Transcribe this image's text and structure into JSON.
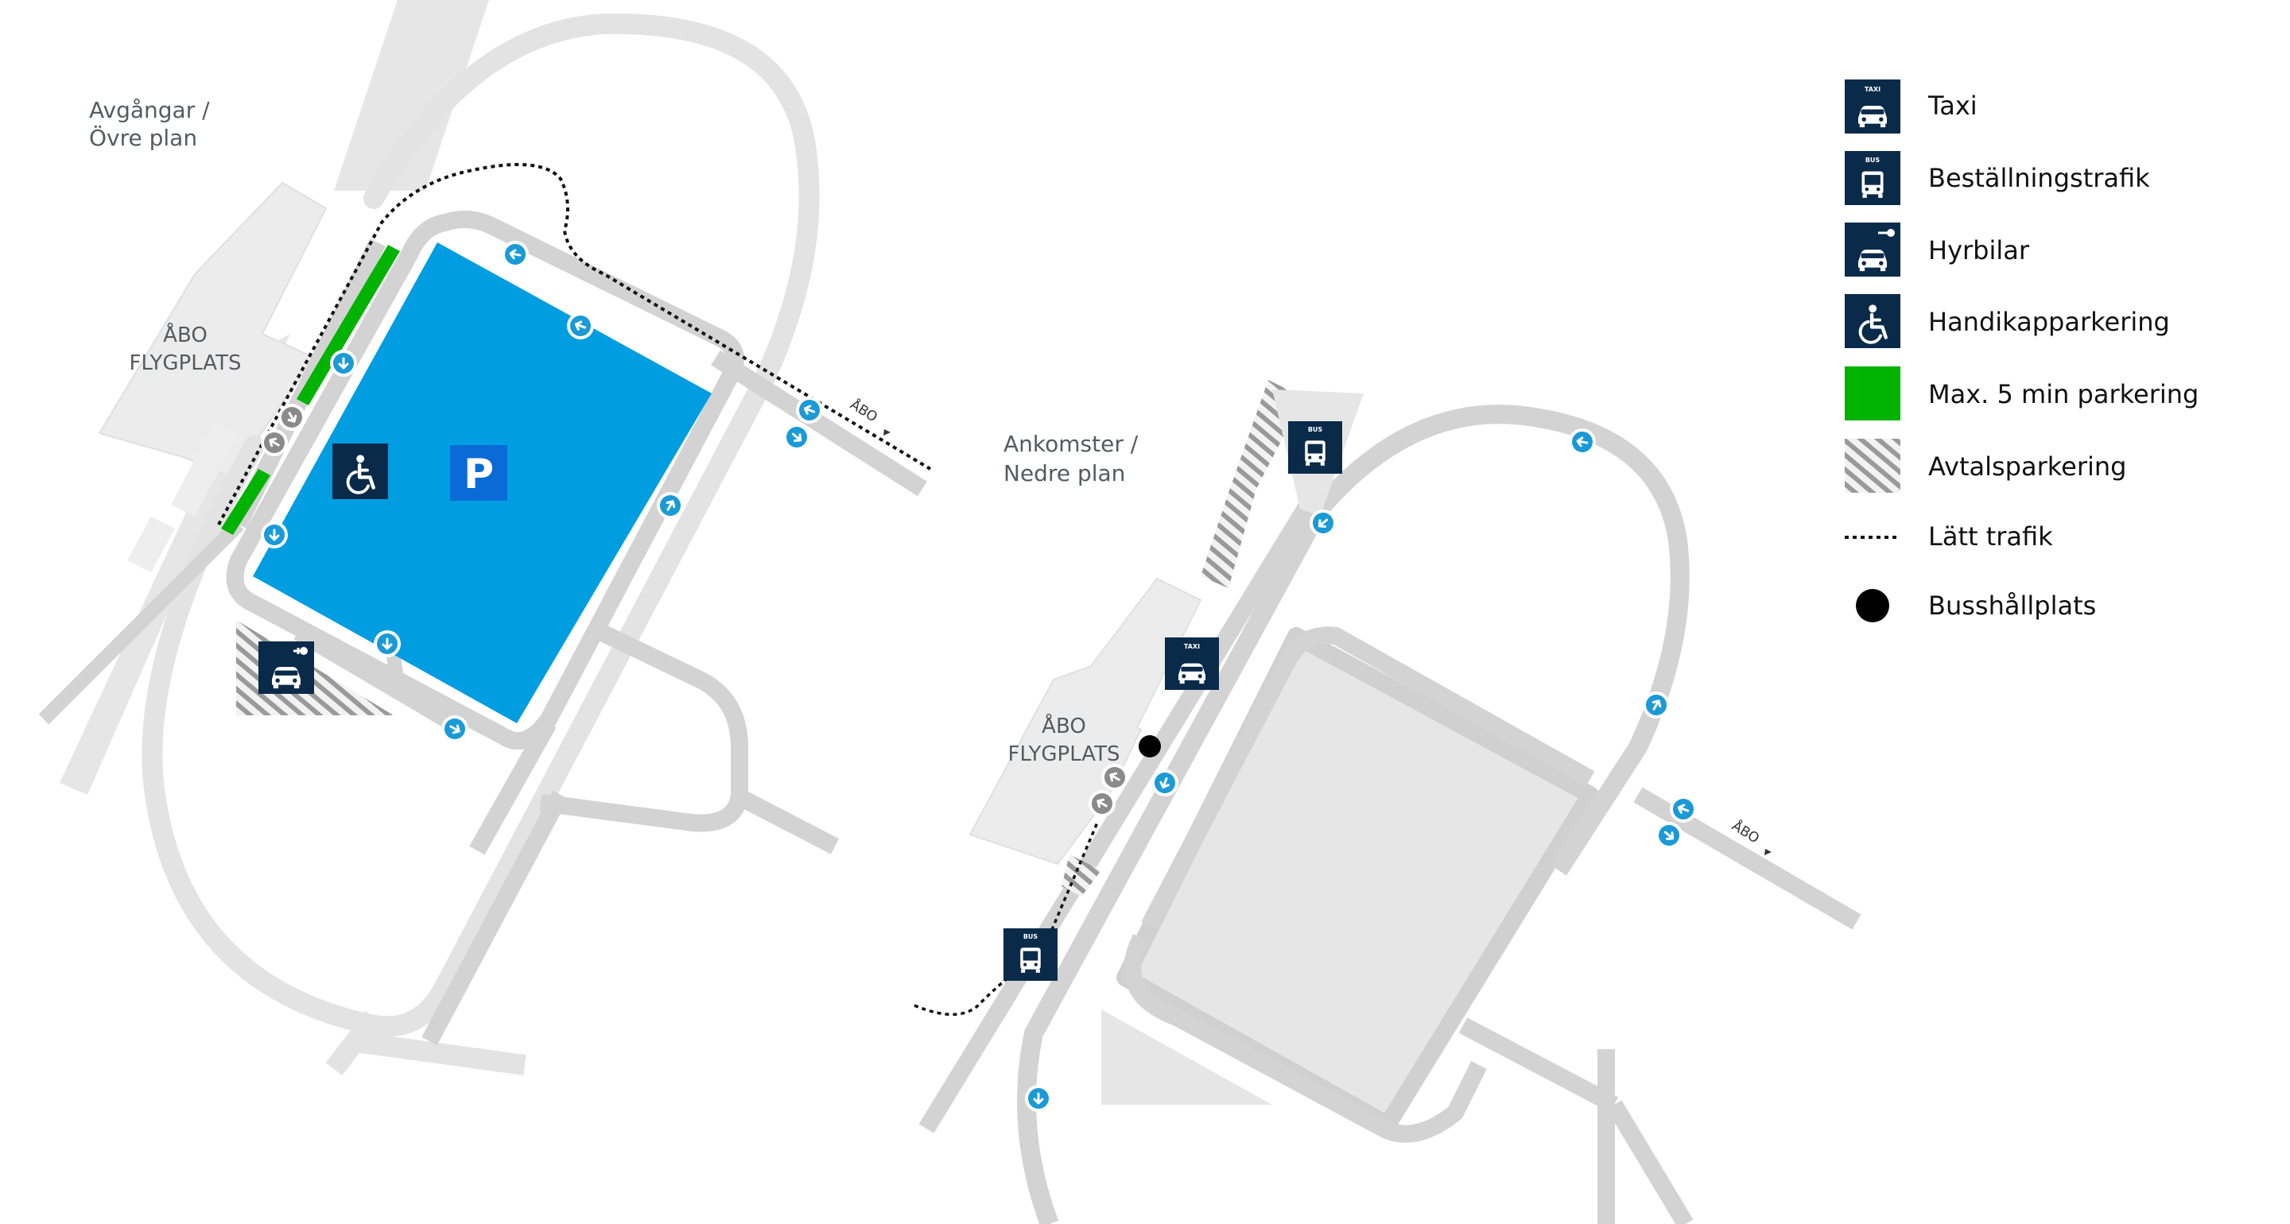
{
  "departures": {
    "level_label_line1": "Avgångar /",
    "level_label_line2": "Övre plan",
    "terminal_line1": "ÅBO",
    "terminal_line2": "FLYGPLATS",
    "road_direction": "ÅBO"
  },
  "arrivals": {
    "level_label_line1": "Ankomster /",
    "level_label_line2": "Nedre plan",
    "terminal_line1": "ÅBO",
    "terminal_line2": "FLYGPLATS",
    "road_direction": "ÅBO"
  },
  "parking_sign": "P",
  "icon_captions": {
    "taxi": "TAXI",
    "bus": "BUS"
  },
  "legend": {
    "items": [
      {
        "icon": "taxi-icon",
        "label": "Taxi"
      },
      {
        "icon": "bus-icon",
        "label": "Beställningstrafik"
      },
      {
        "icon": "car-rental-icon",
        "label": "Hyrbilar"
      },
      {
        "icon": "wheelchair-icon",
        "label": "Handikapparkering"
      },
      {
        "icon": "green-swatch",
        "label": "Max. 5 min parkering"
      },
      {
        "icon": "hatched-swatch",
        "label": "Avtalsparkering"
      },
      {
        "icon": "dotted-line",
        "label": "Lätt trafik"
      },
      {
        "icon": "bus-stop-dot",
        "label": "Busshållplats"
      }
    ]
  },
  "colors": {
    "parking_blue": "#009ee0",
    "navy_icon": "#0a2a4a",
    "green": "#00b300",
    "road_gray": "#d3d3d3",
    "ground_gray": "#e6e6e6",
    "building_gray": "#ececec"
  }
}
